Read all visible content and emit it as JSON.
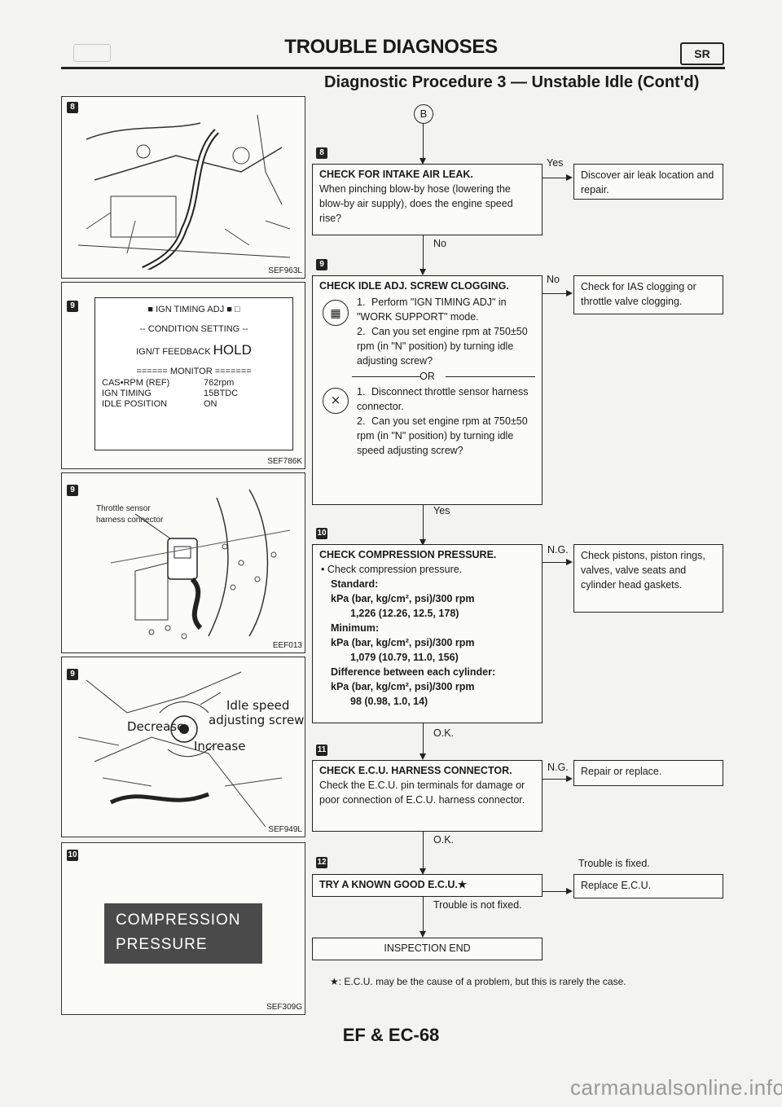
{
  "header": {
    "title": "TROUBLE DIAGNOSES",
    "section_tag": "SR",
    "subtitle": "Diagnostic Procedure 3 — Unstable Idle (Cont'd)"
  },
  "panels": {
    "p8": {
      "badge": "8",
      "code": "SEF963L"
    },
    "p9a": {
      "badge": "9",
      "code": "SEF786K",
      "consult": {
        "line1": "IGN TIMING ADJ",
        "line2": "-- CONDITION SETTING --",
        "feedback_label": "IGN/T FEEDBACK",
        "feedback_value": "HOLD",
        "monitor": "====== MONITOR =======",
        "rows": [
          {
            "name": "CAS•RPM (REF)",
            "value": "762rpm"
          },
          {
            "name": "IGN TIMING",
            "value": "15BTDC"
          },
          {
            "name": "IDLE POSITION",
            "value": "ON"
          }
        ]
      }
    },
    "p9b": {
      "badge": "9",
      "code": "EEF013",
      "label1": "Throttle sensor",
      "label2": "harness connector"
    },
    "p9c": {
      "badge": "9",
      "code": "SEF949L",
      "label_idle1": "Idle speed",
      "label_idle2": "adjusting screw",
      "label_dec": "Decrease",
      "label_inc": "Increase"
    },
    "p10": {
      "badge": "10",
      "code": "SEF309G",
      "screen1": "COMPRESSION",
      "screen2": "PRESSURE"
    }
  },
  "flow": {
    "entry_marker": "B",
    "step8": {
      "badge": "8",
      "title": "CHECK FOR INTAKE AIR LEAK.",
      "body": "When pinching blow-by hose (lowering the blow-by air supply), does the engine speed rise?",
      "yes_label": "Yes",
      "yes_action": "Discover air leak location and repair.",
      "no_label": "No"
    },
    "step9": {
      "badge": "9",
      "title": "CHECK IDLE ADJ. SCREW CLOGGING.",
      "a1": "Perform \"IGN TIMING ADJ\" in \"WORK SUPPORT\" mode.",
      "a2": "Can you set engine rpm at 750±50 rpm (in \"N\" position) by turning idle adjusting screw?",
      "or": "OR",
      "b1": "Disconnect throttle sensor harness connector.",
      "b2": "Can you set engine rpm at 750±50 rpm (in \"N\" position) by turning idle speed adjusting screw?",
      "n1": "1.",
      "n2": "2.",
      "no_label": "No",
      "no_action": "Check for IAS clogging or throttle valve clogging.",
      "yes_label": "Yes"
    },
    "step10": {
      "badge": "10",
      "title": "CHECK COMPRESSION PRESSURE.",
      "bullet": "• Check compression pressure.",
      "standard_label": "Standard:",
      "std_units": "kPa (bar, kg/cm², psi)/300 rpm",
      "std_value": "1,226 (12.26, 12.5, 178)",
      "minimum_label": "Minimum:",
      "min_units": "kPa (bar, kg/cm², psi)/300 rpm",
      "min_value": "1,079 (10.79, 11.0, 156)",
      "diff_label": "Difference between each cylinder:",
      "diff_units": "kPa (bar, kg/cm², psi)/300 rpm",
      "diff_value": "98 (0.98, 1.0, 14)",
      "ng_label": "N.G.",
      "ng_action": "Check pistons, piston rings, valves, valve seats and cylinder head gaskets.",
      "ok_label": "O.K."
    },
    "step11": {
      "badge": "11",
      "title": "CHECK E.C.U. HARNESS CONNECTOR.",
      "body": "Check the E.C.U. pin terminals for damage or poor connection of E.C.U. harness connector.",
      "ng_label": "N.G.",
      "ng_action": "Repair or replace.",
      "ok_label": "O.K."
    },
    "step12": {
      "badge": "12",
      "title": "TRY A KNOWN GOOD E.C.U.★",
      "fixed_label": "Trouble is fixed.",
      "fixed_action": "Replace E.C.U.",
      "not_fixed_label": "Trouble is not fixed."
    },
    "end": "INSPECTION END",
    "note": "★: E.C.U. may be the cause of a problem, but this is rarely the case."
  },
  "footer": {
    "page": "EF & EC-68",
    "watermark": "carmanualsonline.info"
  }
}
